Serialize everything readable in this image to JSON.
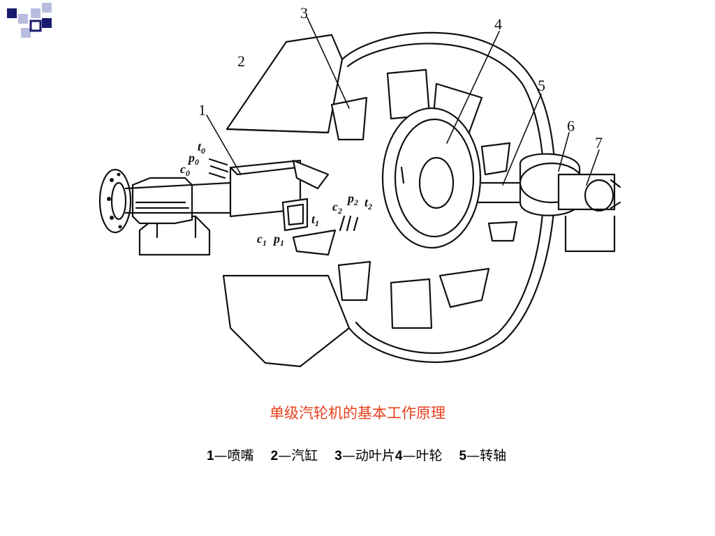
{
  "slide": {
    "caption": "单级汽轮机的基本工作原理",
    "legend": [
      {
        "num": "1",
        "label": "喷嘴"
      },
      {
        "num": "2",
        "label": "汽缸"
      },
      {
        "num": "3",
        "label": "动叶片"
      },
      {
        "num": "4",
        "label": "叶轮"
      },
      {
        "num": "5",
        "label": "转轴"
      }
    ],
    "dash": "—"
  },
  "diagram": {
    "part_numbers": [
      "1",
      "2",
      "3",
      "4",
      "5",
      "6",
      "7"
    ],
    "labels": {
      "t0": "t",
      "t0_sub": "0",
      "p0": "p",
      "p0_sub": "0",
      "c0": "c",
      "c0_sub": "0",
      "c1": "c",
      "c1_sub": "1",
      "p1": "p",
      "p1_sub": "1",
      "t1": "t",
      "t1_sub": "1",
      "c2": "c",
      "c2_sub": "2",
      "p2": "p",
      "p2_sub": "2",
      "t2": "t",
      "t2_sub": "2"
    }
  }
}
